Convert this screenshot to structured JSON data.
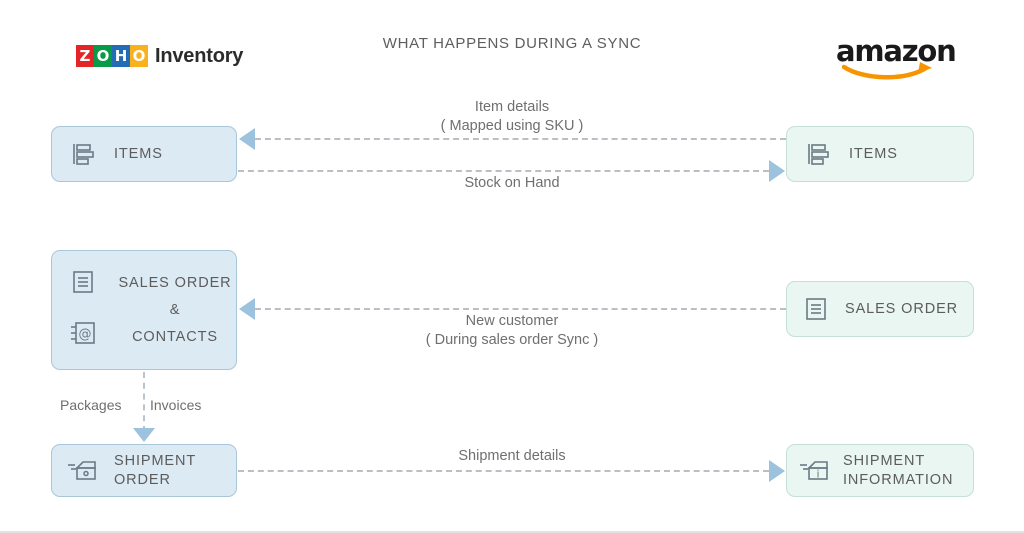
{
  "header": {
    "title": "WHAT HAPPENS DURING A SYNC",
    "zoho": {
      "tiles": [
        {
          "char": "Z",
          "color": "#e42527"
        },
        {
          "char": "O",
          "color": "#089949"
        },
        {
          "char": "H",
          "color": "#226db4"
        },
        {
          "char": "O",
          "color": "#f9b21d"
        }
      ],
      "word": "Inventory"
    },
    "amazon": {
      "word": "amazon",
      "smile_color": "#f79400"
    }
  },
  "nodes": {
    "left_items": {
      "label": "ITEMS",
      "icon": "items-stack-icon"
    },
    "right_items": {
      "label": "ITEMS",
      "icon": "items-stack-icon"
    },
    "left_sales_order": {
      "line1": "SALES ORDER",
      "line2": "&",
      "line3": "CONTACTS",
      "icon_top": "document-lines-icon",
      "icon_bottom": "contact-card-at-icon"
    },
    "right_sales_order": {
      "label": "SALES ORDER",
      "icon": "document-lines-icon"
    },
    "left_shipment": {
      "label": "SHIPMENT\nORDER",
      "icon": "shipment-box-icon"
    },
    "right_shipment": {
      "label": "SHIPMENT\nINFORMATION",
      "icon": "shipment-box-info-icon"
    }
  },
  "edges": {
    "item_details": "Item details\n( Mapped using SKU )",
    "stock_on_hand": "Stock on Hand",
    "new_customer": "New customer\n( During sales order Sync )",
    "shipment_details": "Shipment details",
    "packages": "Packages",
    "invoices": "Invoices"
  },
  "colors": {
    "left_fill": "#dceaf4",
    "left_border": "#a9c6db",
    "right_fill": "#eaf6f1",
    "right_border": "#c5e0d6",
    "arrow": "#9cc2dd",
    "dash": "#b9bfc4",
    "text": "#5c5c5c",
    "title": "#5e5e5e"
  }
}
